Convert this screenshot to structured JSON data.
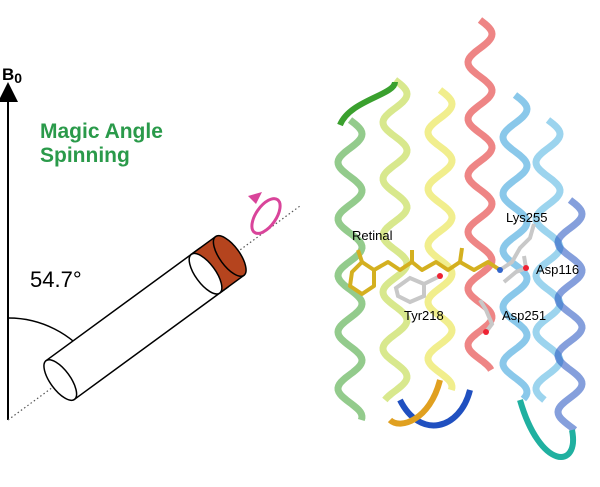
{
  "field": {
    "label": "B",
    "subscript": "0"
  },
  "title": {
    "line1": "Magic Angle",
    "line2": "Spinning"
  },
  "angle_label": "54.7°",
  "residues": {
    "retinal": "Retinal",
    "lys": "Lys255",
    "asp116": "Asp116",
    "tyr": "Tyr218",
    "asp251": "Asp251"
  },
  "colors": {
    "title": "#2a9a4a",
    "rotor_cap": "#b5441e",
    "spin_arrow": "#d9449a",
    "retinal": "#d4b020"
  }
}
